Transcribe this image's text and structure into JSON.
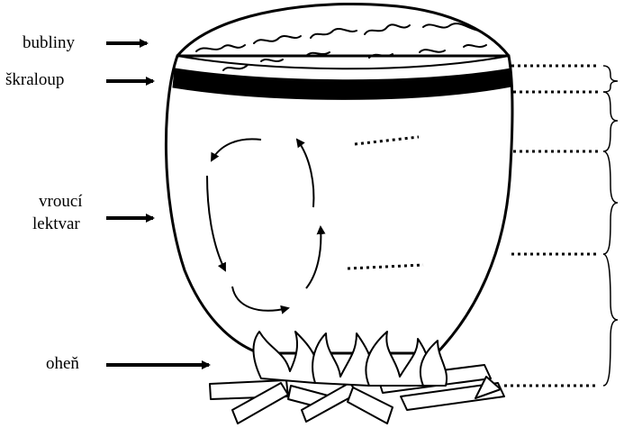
{
  "labels": {
    "bubbles": "bubliny",
    "crust": "škraloup",
    "potion_line1": "vroucí",
    "potion_line2": "lektvar",
    "fire": "oheň"
  },
  "colors": {
    "ink": "#000000",
    "background": "#ffffff"
  }
}
